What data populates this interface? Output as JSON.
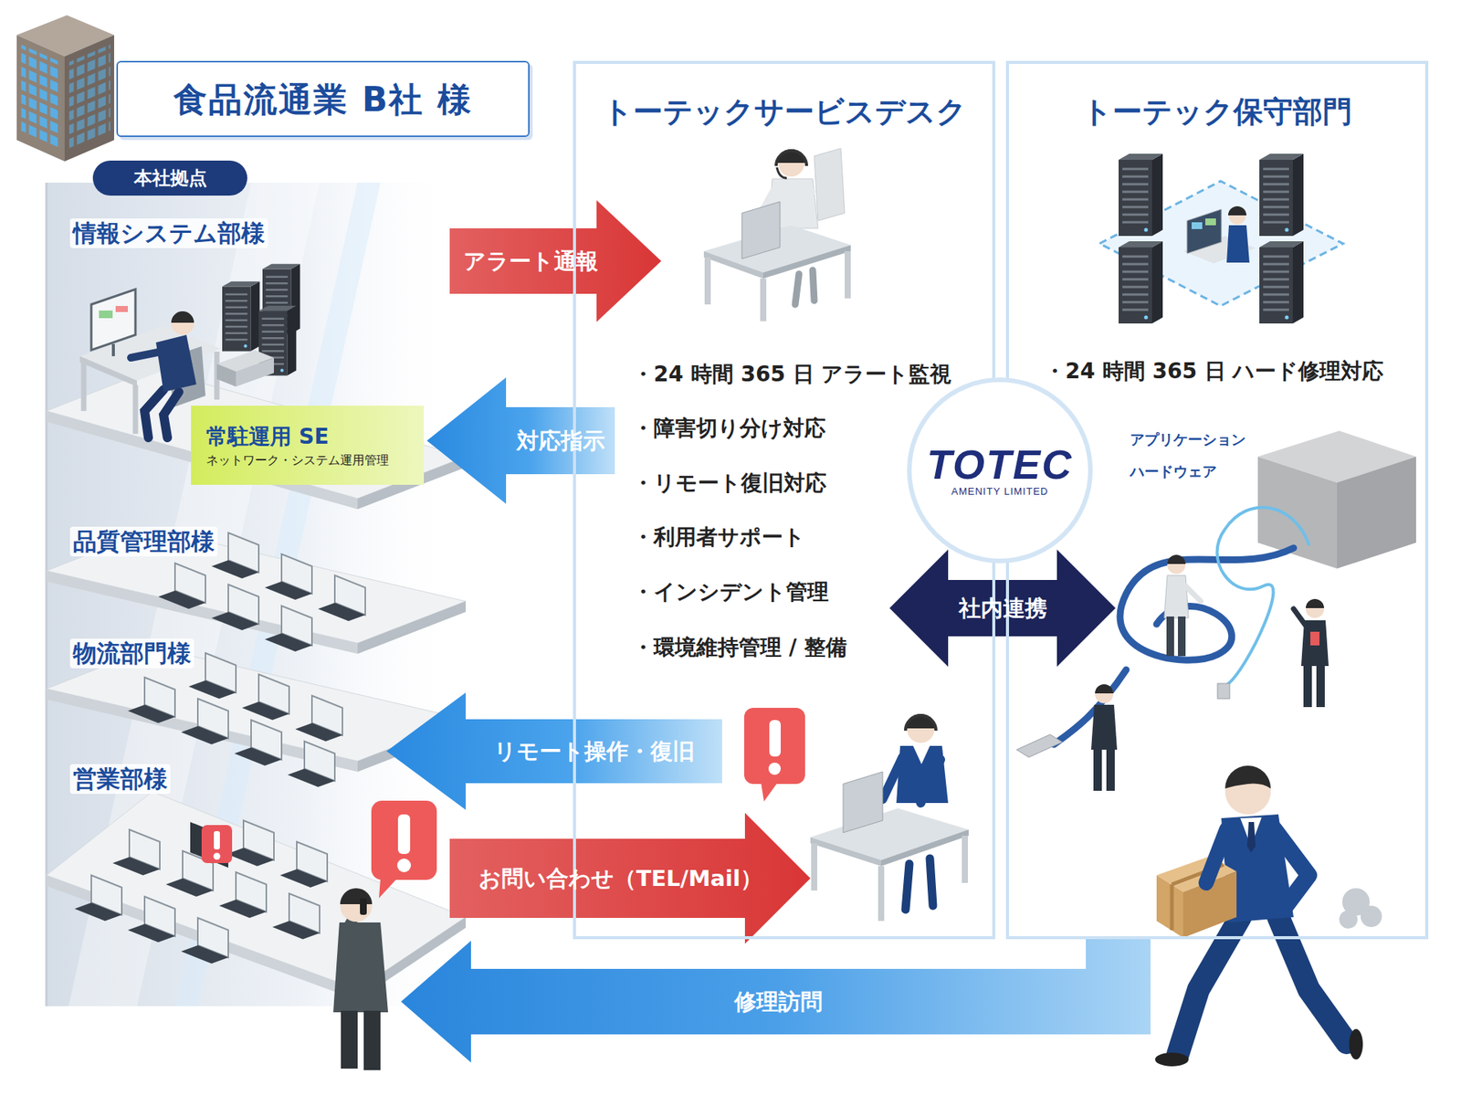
{
  "diagram": {
    "nodes": [
      {
        "text": [
          "食品流通業 B社 様"
        ]
      },
      {
        "text": [
          "本社拠点"
        ]
      },
      {
        "text": [
          "情報システム部様"
        ]
      },
      {
        "text": [
          "常駐運用 SE",
          "ネットワーク・システム運用管理"
        ],
        "in": 2
      },
      {
        "text": [
          "品質管理部様"
        ]
      },
      {
        "text": [
          "物流部門様"
        ]
      },
      {
        "text": [
          "営業部様"
        ]
      },
      {
        "text": [
          "トーテックサービスデスク",
          "・24 時間 365 日 アラート監視",
          "・障害切り分け対応",
          "・リモート復旧対応",
          "・利用者サポート",
          "・インシデント管理",
          "・環境維持管理 / 整備"
        ]
      },
      {
        "text": [
          "トーテック保守部門",
          "・24 時間 365 日 ハード修理対応"
        ]
      },
      {
        "text": [
          "TOTEC",
          "AMENITY LIMITED"
        ]
      }
    ],
    "edges": [
      {
        "from": 2,
        "to": 7,
        "label": "アラート通報",
        "arrow": "to"
      },
      {
        "from": 7,
        "to": 3,
        "label": "対応指示",
        "arrow": "to"
      },
      {
        "from": 7,
        "to": 6,
        "label": "リモート操作・復旧",
        "arrow": "to"
      },
      {
        "from": 6,
        "to": 7,
        "label": "お問い合わせ（TEL/Mail）",
        "arrow": "to"
      },
      {
        "from": 7,
        "to": 8,
        "label": "社内連携",
        "arrow": "both"
      },
      {
        "from": 8,
        "to": 6,
        "label": "修理訪問",
        "arrow": "to"
      }
    ],
    "labels": [
      "アプリケーション",
      "ハードウェア"
    ]
  }
}
